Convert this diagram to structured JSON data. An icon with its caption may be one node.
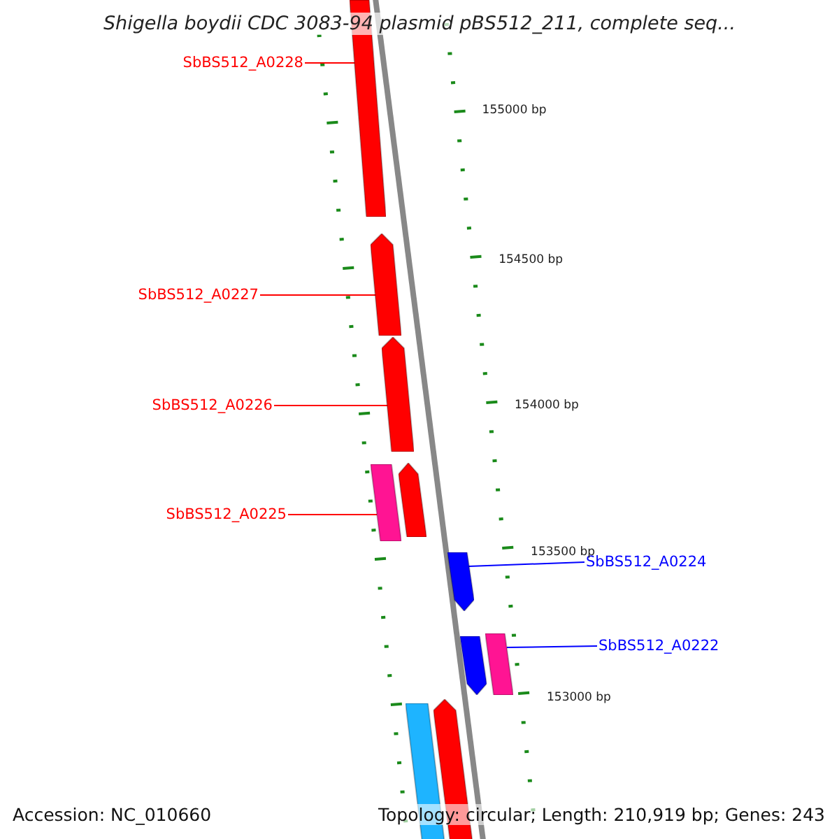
{
  "diagram": {
    "title": "Shigella boydii CDC 3083-94 plasmid pBS512_211, complete seq...",
    "nodes": [
      {
        "text": [
          "SbBS512_A0228"
        ]
      },
      {
        "text": [],
        "shape": "arrow"
      },
      {
        "text": [
          "SbBS512_A0227"
        ]
      },
      {
        "text": [],
        "shape": "arrow"
      },
      {
        "text": [
          "SbBS512_A0226"
        ]
      },
      {
        "text": [],
        "shape": "arrow"
      },
      {
        "text": [
          "SbBS512_A0225"
        ]
      },
      {
        "text": [],
        "shape": "bar"
      },
      {
        "text": [],
        "shape": "arrow"
      },
      {
        "text": [
          "SbBS512_A0224"
        ]
      },
      {
        "text": [],
        "shape": "arrow"
      },
      {
        "text": [],
        "shape": "arrow"
      },
      {
        "text": [
          "SbBS512_A0222"
        ]
      },
      {
        "text": [],
        "shape": "bar"
      },
      {
        "text": [],
        "shape": "bar"
      },
      {
        "text": [],
        "shape": "arrow"
      }
    ],
    "edges": [
      {
        "from": 0,
        "to": 1,
        "arrow": "none",
        "color": "#ff0000"
      },
      {
        "from": 2,
        "to": 3,
        "arrow": "none",
        "color": "#ff0000"
      },
      {
        "from": 4,
        "to": 5,
        "arrow": "none",
        "color": "#ff0000"
      },
      {
        "from": 6,
        "to": 7,
        "arrow": "none",
        "color": "#ff0000"
      },
      {
        "from": 9,
        "to": 10,
        "arrow": "none",
        "color": "#0000ff"
      },
      {
        "from": 12,
        "to": 13,
        "arrow": "none",
        "color": "#0000ff"
      }
    ],
    "labels": [
      "155000 bp",
      "154500 bp",
      "154000 bp",
      "153500 bp",
      "153000 bp",
      "Accession: NC_010660",
      "Topology: circular; Length: 210,919 bp; Genes: 243"
    ]
  }
}
